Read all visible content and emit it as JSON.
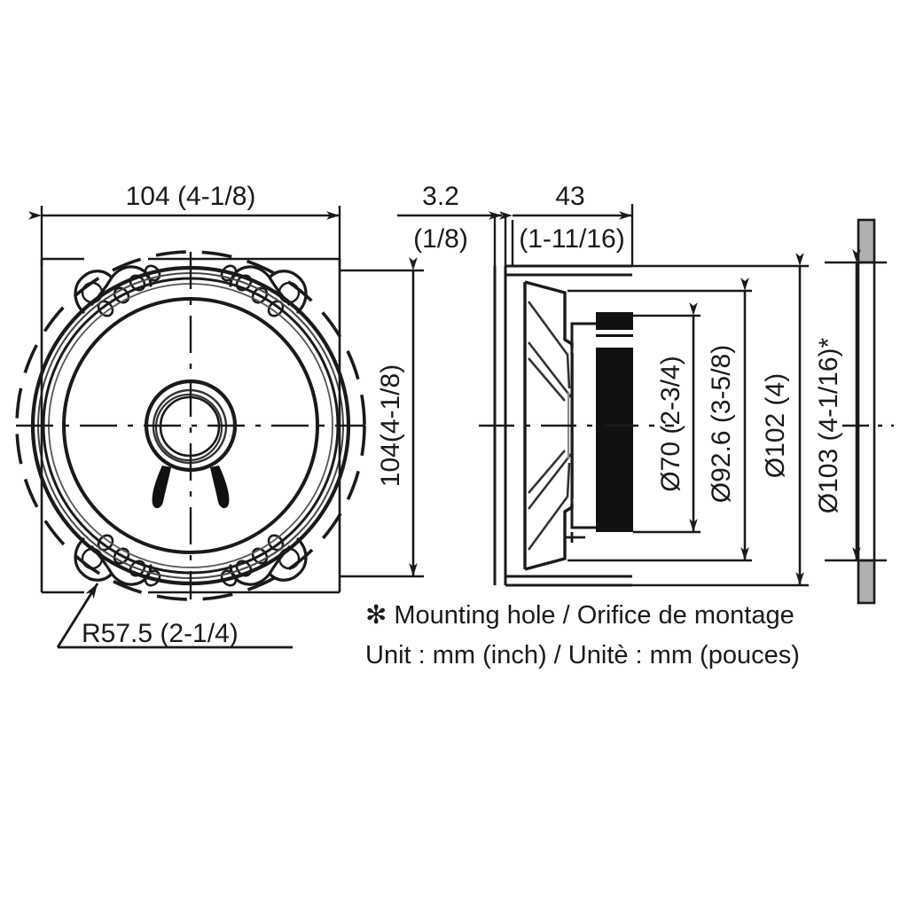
{
  "drawing": {
    "type": "engineering-dimension-drawing",
    "subject": "car coaxial loudspeaker",
    "views": [
      {
        "name": "front-view",
        "label": "front elevation of speaker"
      },
      {
        "name": "side-section-view",
        "label": "side cross-section of speaker"
      },
      {
        "name": "mounting-panel-view",
        "label": "mounting panel cross-section"
      }
    ]
  },
  "dimensions": {
    "width_top": {
      "value": "104 (4-1/8)",
      "mm": 104,
      "inch": "4-1/8",
      "orientation": "horizontal",
      "view": "front-view"
    },
    "height_right": {
      "value": "104(4-1/8)",
      "mm": 104,
      "inch": "4-1/8",
      "orientation": "vertical",
      "view": "front-view"
    },
    "flange_thickness": {
      "value": "3.2",
      "sub": "(1/8)",
      "mm": 3.2,
      "inch": "1/8",
      "orientation": "horizontal",
      "view": "side-section-view"
    },
    "depth": {
      "value": "43",
      "sub": "(1-11/16)",
      "mm": 43,
      "inch": "1-11/16",
      "orientation": "horizontal",
      "view": "side-section-view"
    },
    "dia_magnet": {
      "value": "Ø70 (2-3/4)",
      "mm": 70,
      "inch": "2-3/4",
      "orientation": "vertical",
      "view": "side-section-view"
    },
    "dia_basket": {
      "value": "Ø92.6 (3-5/8)",
      "mm": 92.6,
      "inch": "3-5/8",
      "orientation": "vertical",
      "view": "side-section-view"
    },
    "dia_outer": {
      "value": "Ø102 (4)",
      "mm": 102,
      "inch": "4",
      "orientation": "vertical",
      "view": "side-section-view"
    },
    "dia_mounting_hole": {
      "value": "Ø103 (4-1/16)*",
      "mm": 103,
      "inch": "4-1/16",
      "orientation": "vertical",
      "view": "mounting-panel-view",
      "note_ref": "*"
    },
    "radius_corner": {
      "value": "R57.5 (2-1/4)",
      "mm": 57.5,
      "inch": "2-1/4",
      "orientation": "leader",
      "view": "front-view"
    }
  },
  "notes": {
    "mounting_hole": "✻ Mounting hole / Orifice de montage",
    "unit": "Unit : mm (inch) / Unitè : mm (pouces)"
  },
  "colors": {
    "line": "#1a1a1a",
    "fill_magnet": "#111111",
    "panel_shade": "#b0b0b0",
    "background": "#ffffff"
  }
}
